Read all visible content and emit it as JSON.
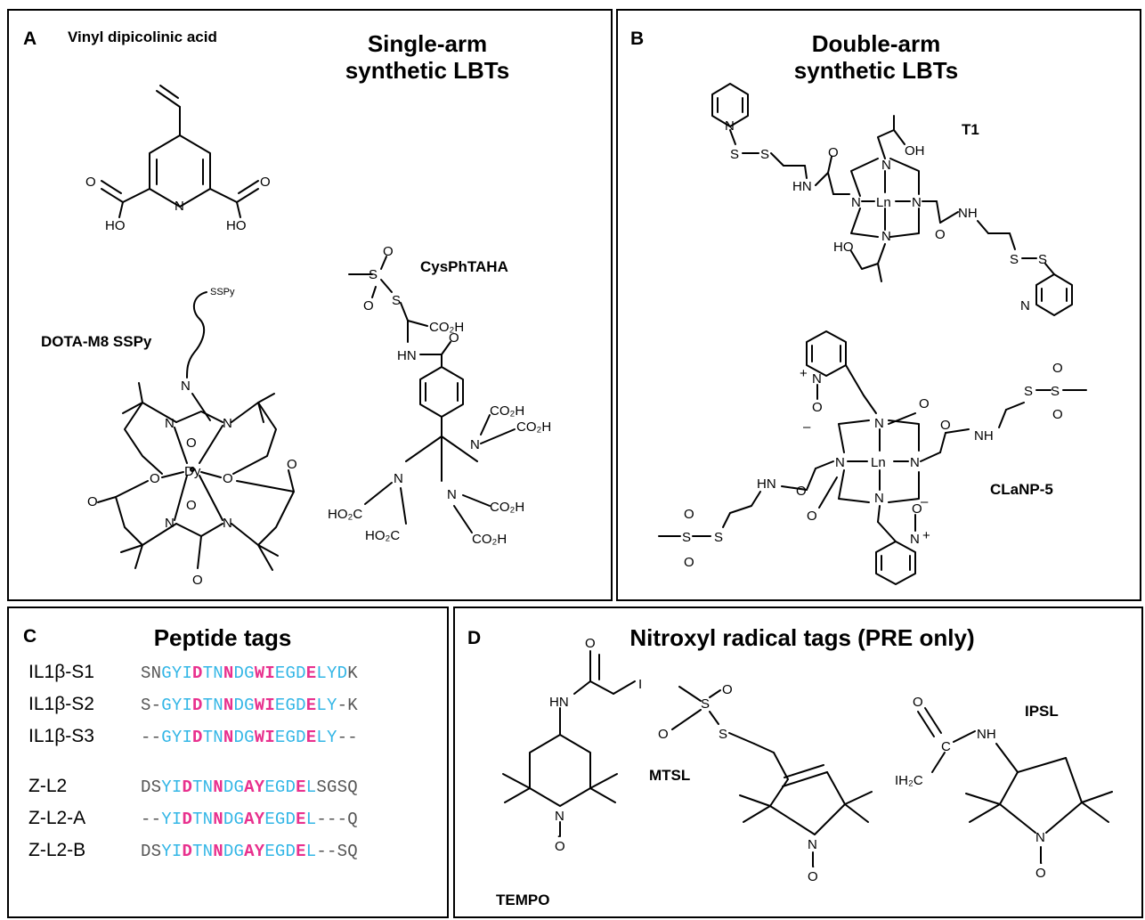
{
  "panels": {
    "a": {
      "letter": "A",
      "title": "Single-arm synthetic LBTs",
      "labels": {
        "vinyl": "Vinyl dipicolinic acid",
        "cysphtaha": "CysPhTAHA",
        "dota": "DOTA-M8 SSPy",
        "sspy": "SSPy"
      }
    },
    "b": {
      "letter": "B",
      "title": "Double-arm synthetic LBTs",
      "labels": {
        "t1": "T1",
        "clanp5": "CLaNP-5"
      }
    },
    "c": {
      "letter": "C",
      "title": "Peptide tags"
    },
    "d": {
      "letter": "D",
      "title": "Nitroxyl radical tags (PRE only)",
      "labels": {
        "tempo": "TEMPO",
        "mtsl": "MTSL",
        "ipsl": "IPSL"
      }
    }
  },
  "colors": {
    "gray": "#555555",
    "cyan": "#33b6e6",
    "magenta": "#e8318e"
  },
  "peptides": [
    {
      "name": "IL1β-S1",
      "sequence": "SNGYIDTNNDGWIEGDELYDK"
    },
    {
      "name": "IL1β-S2",
      "sequence": "S-GYIDTNNDGWIEGDELY-K"
    },
    {
      "name": "IL1β-S3",
      "sequence": "--GYIDTNNDGWIEGDELY--"
    },
    {
      "name": "Z-L2",
      "sequence": "DSYIDTNNDGAYEGDELSGSQ"
    },
    {
      "name": "Z-L2-A",
      "sequence": "--YIDTNNDGAYEGDEL---Q"
    },
    {
      "name": "Z-L2-B",
      "sequence": "DSYIDTNNDGAYEGDEL--SQ"
    }
  ],
  "atoms": {
    "ho": "HO",
    "o": "O",
    "n": "N",
    "s": "S",
    "hn": "HN",
    "nh": "NH",
    "oh": "OH",
    "dy": "Dy",
    "ln": "Ln",
    "co2h": "CO₂H",
    "ho2c": "HO₂C",
    "plus": "+",
    "minus": "–",
    "c": "C",
    "ih2c": "IH₂C",
    "i": "I",
    "rad": "·"
  }
}
